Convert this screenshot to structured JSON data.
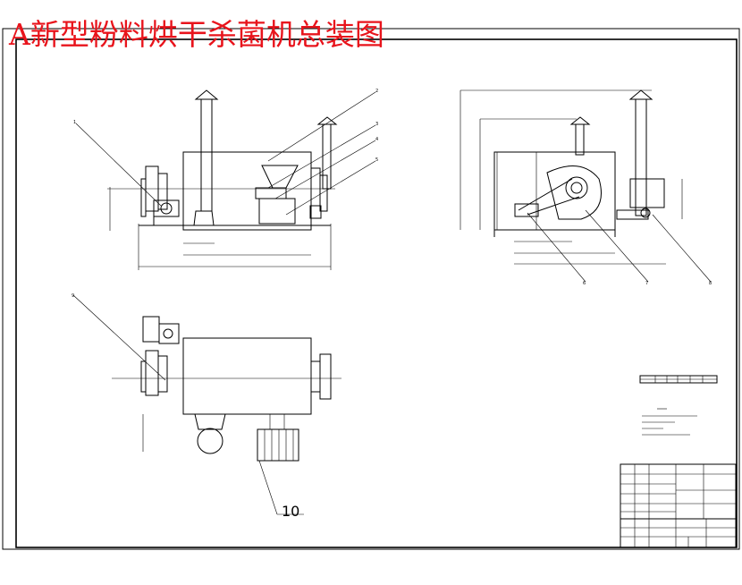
{
  "title": "A新型粉料烘干杀菌机总装图",
  "callouts": [
    "1",
    "2",
    "3",
    "4",
    "5",
    "6",
    "7",
    "8",
    "9",
    "10"
  ],
  "colors": {
    "title": "#e8141c",
    "line": "#000000",
    "background": "#ffffff"
  }
}
